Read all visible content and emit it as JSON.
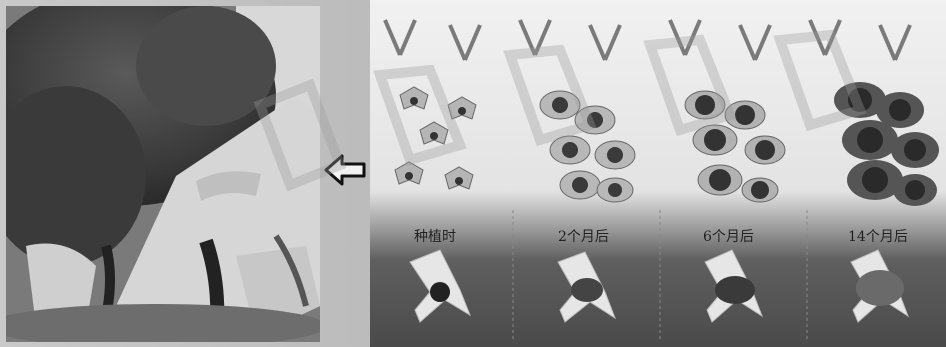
{
  "arrow": {
    "direction": "left"
  },
  "stages": [
    {
      "label": "种植时"
    },
    {
      "label": "2个月后"
    },
    {
      "label": "6个月后"
    },
    {
      "label": "14个月后"
    }
  ],
  "colors": {
    "sky": "#f0f0f0",
    "module": "#d9d9d9",
    "foliage": "#2f2f2f"
  }
}
